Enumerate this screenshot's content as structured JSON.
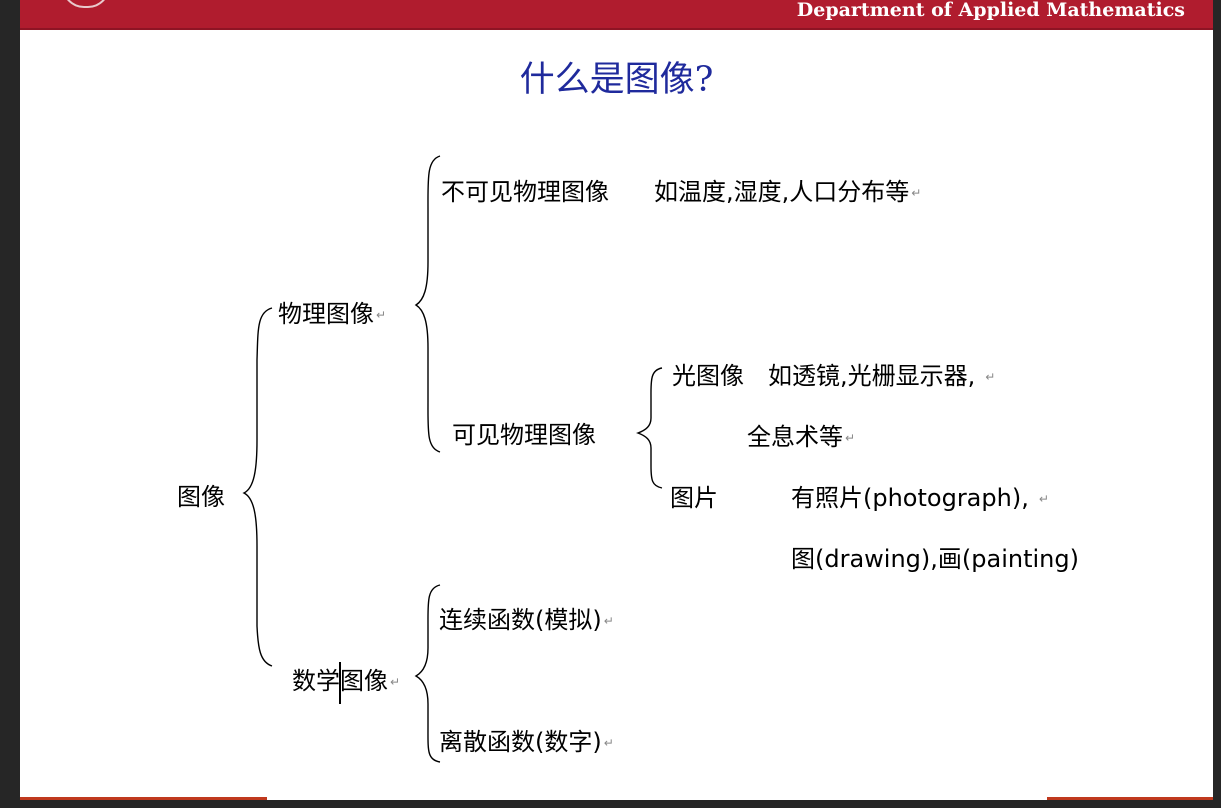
{
  "header": {
    "department": "Department of Applied Mathematics"
  },
  "slide": {
    "title": "什么是图像?",
    "root": "图像",
    "physical": {
      "label": "物理图像",
      "invisible": {
        "label": "不可见物理图像",
        "example": "如温度,湿度,人口分布等"
      },
      "visible": {
        "label": "可见物理图像",
        "optical": {
          "label": "光图像",
          "example_line1": "如透镜,光栅显示器,",
          "example_line2": "全息术等"
        },
        "picture": {
          "label": "图片",
          "example_line1": "有照片(photograph),",
          "example_line2": "图(drawing),画(painting)"
        }
      }
    },
    "mathematical": {
      "label": "数学图像",
      "label_part1": "数学",
      "label_part2": "图像",
      "continuous": "连续函数(模拟)",
      "discrete": "离散函数(数字)"
    },
    "paragraph_mark": "↵"
  },
  "colors": {
    "header_band": "#b01c2e",
    "title": "#1f2a9c",
    "bottom_accent": "#c0391e"
  }
}
